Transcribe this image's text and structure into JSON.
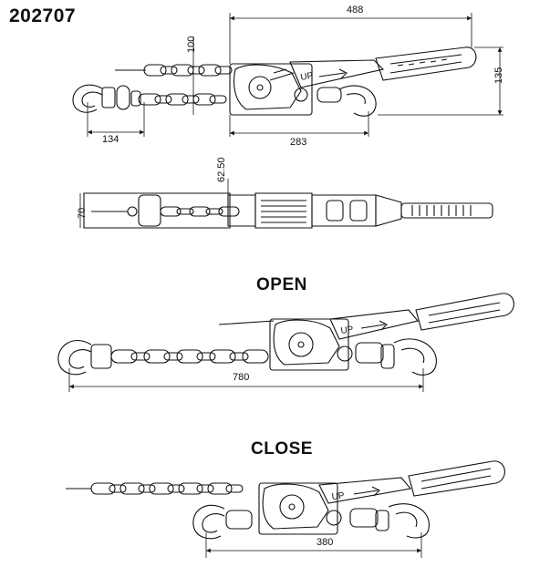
{
  "model_number": "202707",
  "state_open_label": "OPEN",
  "state_close_label": "CLOSE",
  "dimensions": {
    "overall_length": "488",
    "hook_height": "100",
    "handle_height": "135",
    "hook_spacing": "134",
    "body_length": "283",
    "top_offset": "62.50",
    "body_width": "70",
    "open_length": "780",
    "closed_length": "380"
  },
  "icons": {
    "up_label": "UP"
  }
}
